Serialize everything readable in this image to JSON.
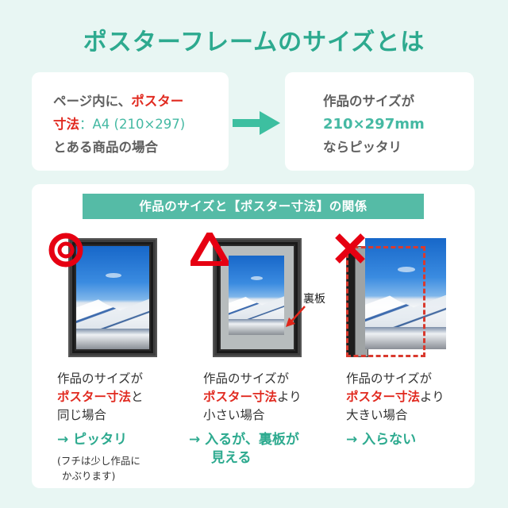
{
  "title": "ポスターフレームのサイズとは",
  "intro": {
    "left_card": {
      "line1_prefix": "ページ内に、",
      "line1_highlight": "ポスター",
      "line2_highlight": "寸法",
      "line2_value": "：A4 (210×297)",
      "line3": "とある商品の場合"
    },
    "arrow_icon": "right-arrow",
    "right_card": {
      "line1": "作品のサイズが",
      "line2_value": "210×297mm",
      "line3": "ならピッタリ"
    }
  },
  "section": {
    "banner": "作品のサイズと【ポスター寸法】の関係",
    "cases": [
      {
        "mark": "double-circle",
        "line1": "作品のサイズが",
        "line2_highlight": "ポスター寸法",
        "line2_suffix": "と",
        "line3": "同じ場合",
        "result": "→ ピッタリ",
        "note_line1": "(フチは少し作品に",
        "note_line2": "かぶります)"
      },
      {
        "mark": "triangle",
        "label": "裏板",
        "line1": "作品のサイズが",
        "line2_highlight": "ポスター寸法",
        "line2_suffix": "より",
        "line3": "小さい場合",
        "result_line1": "→ 入るが、裏板が",
        "result_line2": "見える"
      },
      {
        "mark": "cross",
        "line1": "作品のサイズが",
        "line2_highlight": "ポスター寸法",
        "line2_suffix": "より",
        "line3": "大きい場合",
        "result": "→ 入らない"
      }
    ]
  },
  "colors": {
    "background": "#e8f6f3",
    "teal": "#2daa8f",
    "banner": "#55bba6",
    "red": "#e12a20"
  }
}
